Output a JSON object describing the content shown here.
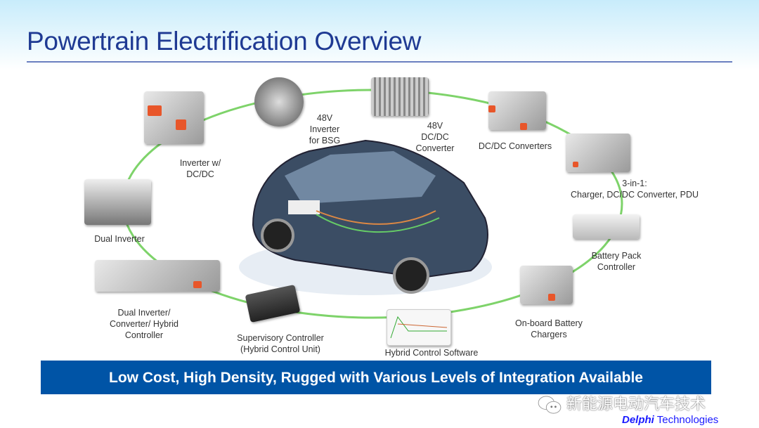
{
  "title": "Powertrain Electrification Overview",
  "components": [
    {
      "label": [
        "48V",
        "Inverter",
        "for BSG"
      ]
    },
    {
      "label": [
        "48V",
        "DC/DC",
        "Converter"
      ]
    },
    {
      "label": [
        "DC/DC Converters"
      ]
    },
    {
      "label": [
        "3-in-1:",
        "Charger, DC/DC Converter, PDU"
      ]
    },
    {
      "label": [
        "Battery Pack",
        "Controller"
      ]
    },
    {
      "label": [
        "On-board Battery",
        "Chargers"
      ]
    },
    {
      "label": [
        "Hybrid Control Software"
      ]
    },
    {
      "label": [
        "Supervisory Controller",
        "(Hybrid Control Unit)"
      ]
    },
    {
      "label": [
        "Dual Inverter/",
        "Converter/ Hybrid",
        "Controller"
      ]
    },
    {
      "label": [
        "Dual Inverter"
      ]
    },
    {
      "label": [
        "Inverter w/",
        "DC/DC"
      ]
    }
  ],
  "banner": "Low Cost, High Density, Rugged with Various Levels of Integration Available",
  "watermark": "新能源电动汽车技术",
  "logo": {
    "brand": "Delphi",
    "suffix": "Technologies"
  },
  "colors": {
    "title": "#1f3a93",
    "banner": "#0054a6",
    "ring": "#7ed36a"
  }
}
